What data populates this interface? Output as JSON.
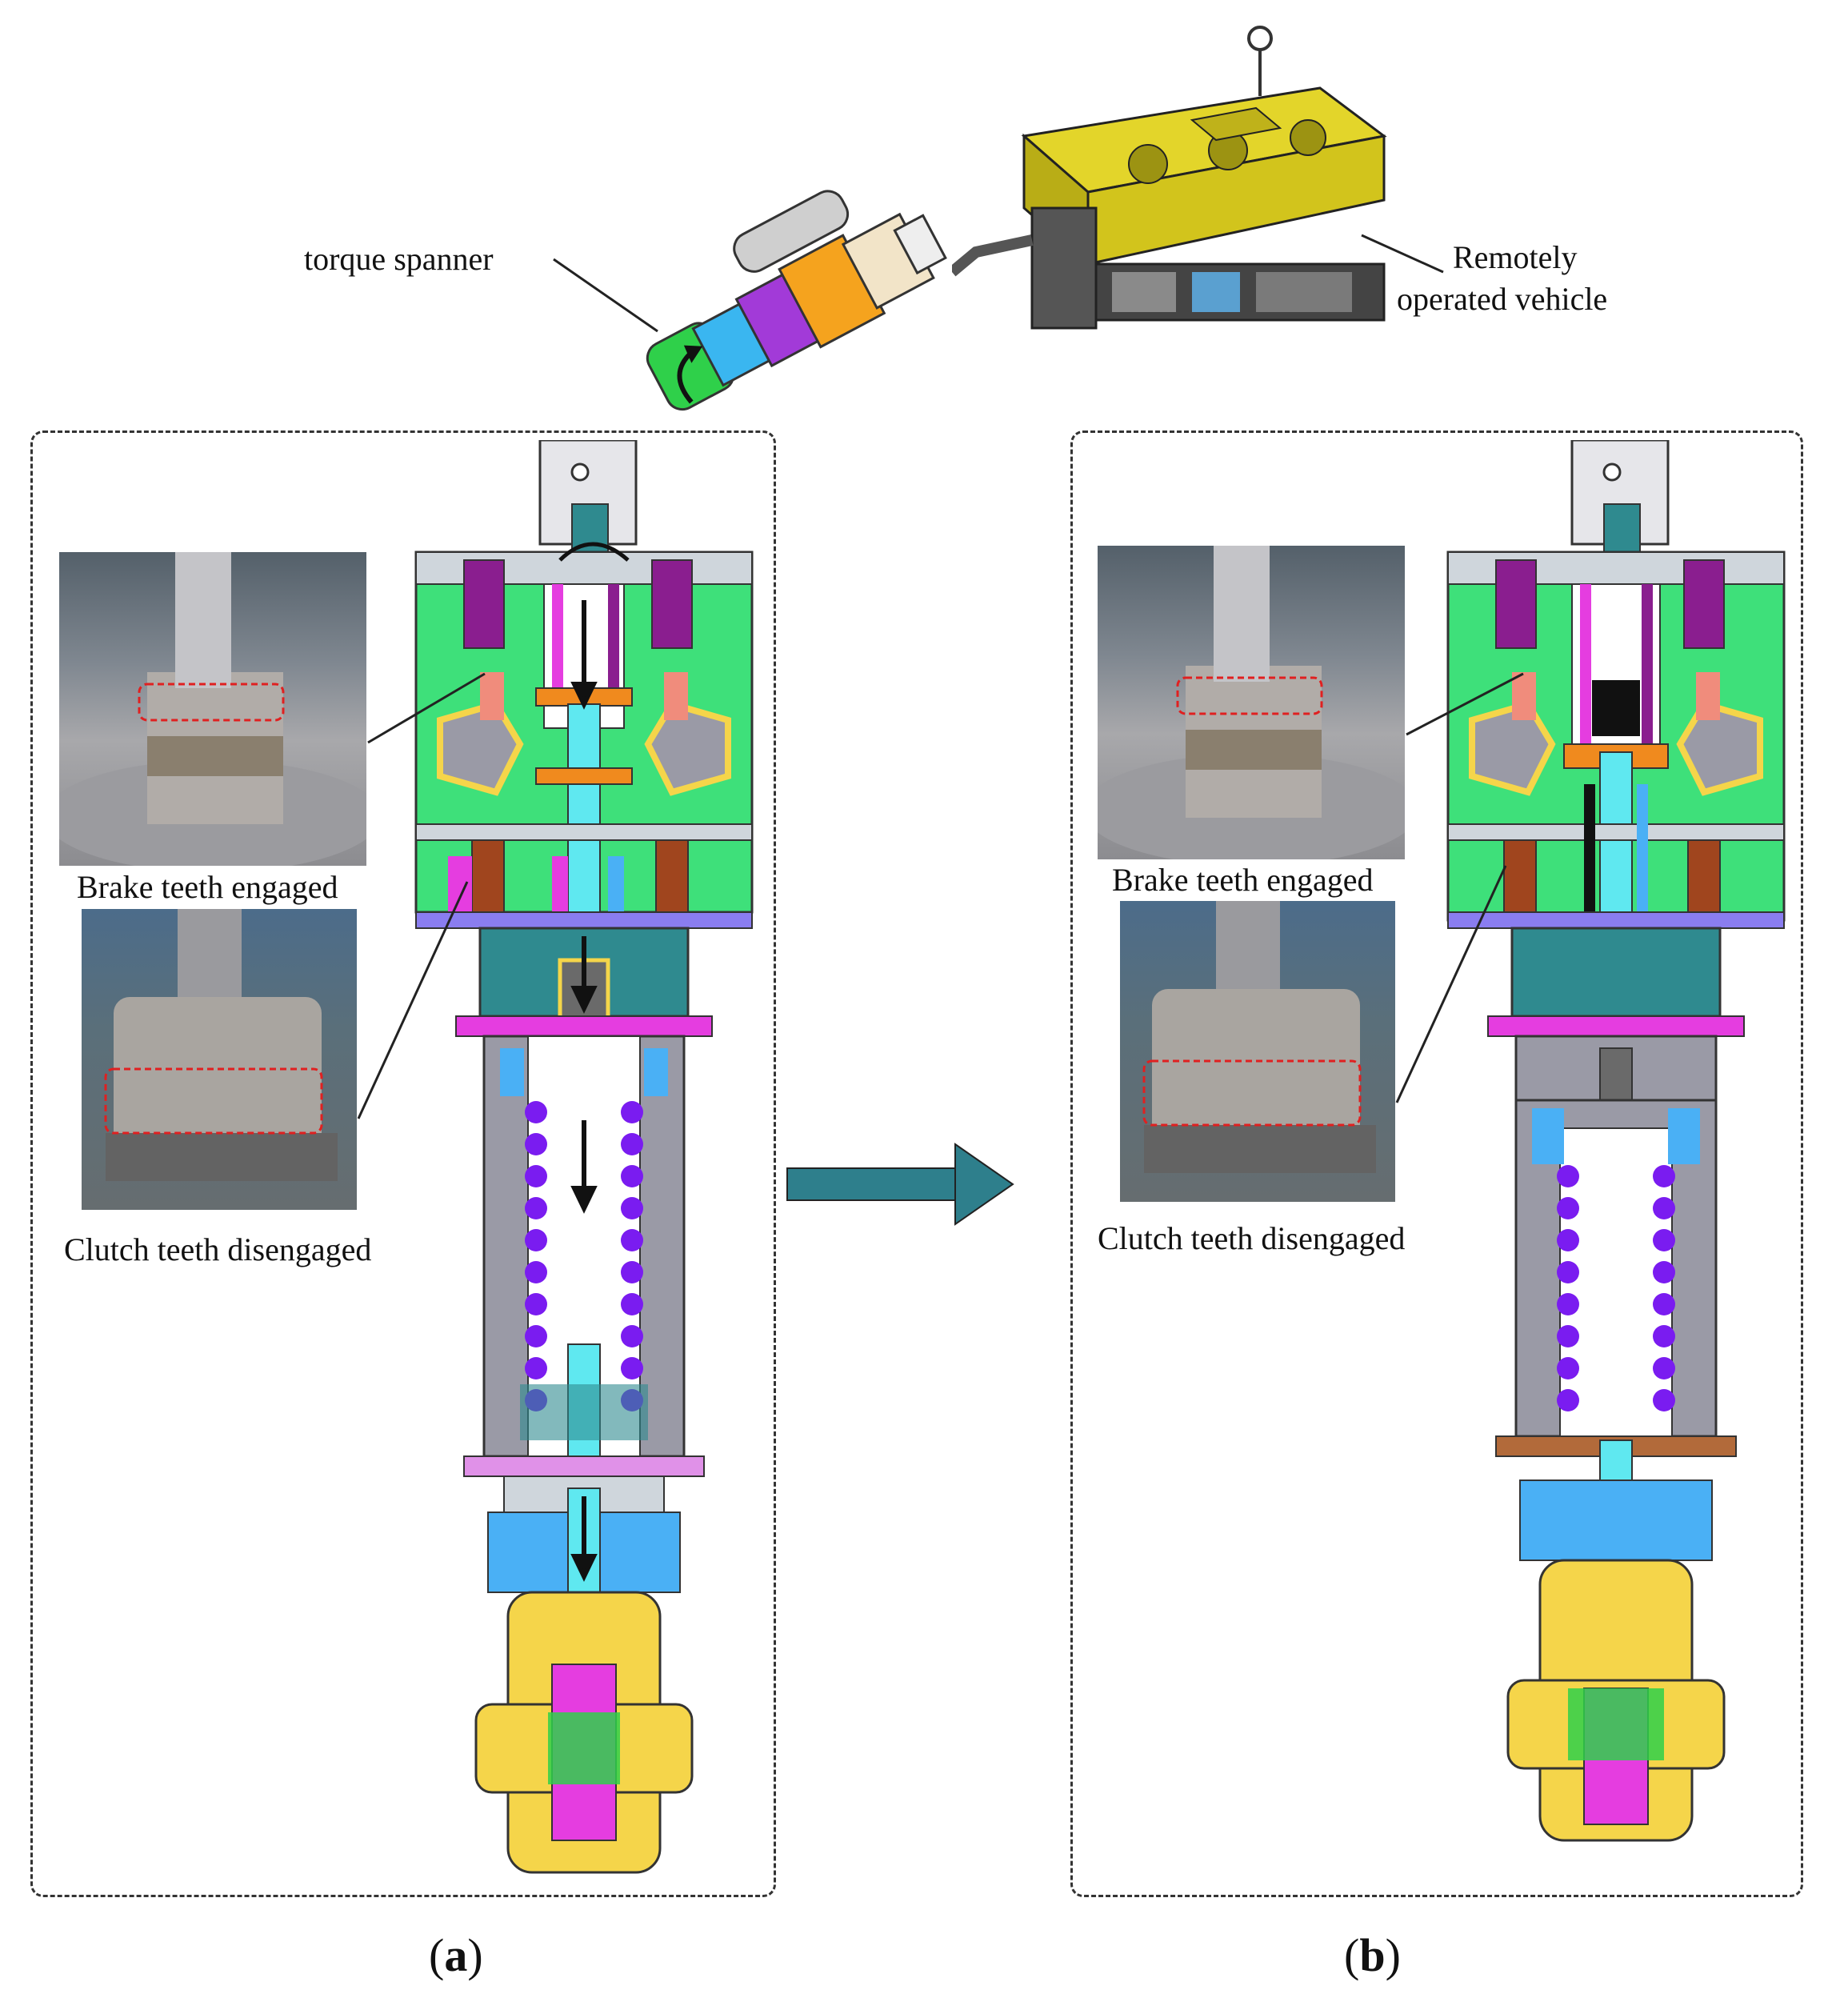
{
  "labels": {
    "torque_spanner": "torque spanner",
    "rov_line1": "Remotely",
    "rov_line2": "operated vehicle"
  },
  "panels": [
    {
      "letter": "a",
      "brake_caption": "Brake teeth engaged",
      "clutch_caption": "Clutch teeth disengaged"
    },
    {
      "letter": "b",
      "brake_caption": "Brake teeth engaged",
      "clutch_caption": "Clutch teeth disengaged"
    }
  ],
  "colors": {
    "green_housing": "#3ee07a",
    "violet": "#8a1e8f",
    "cyan": "#5fe8f0",
    "teal": "#2f8a8f",
    "magenta": "#e53de0",
    "purple_spring": "#7a1cf0",
    "yellow": "#f5d54a",
    "blue": "#4ab0f5",
    "orange": "#f08a1e",
    "gray": "#9a9aa6",
    "salmon": "#f08c7c",
    "arrow": "#2e7f8c",
    "rov_yellow": "#e3d52a"
  }
}
